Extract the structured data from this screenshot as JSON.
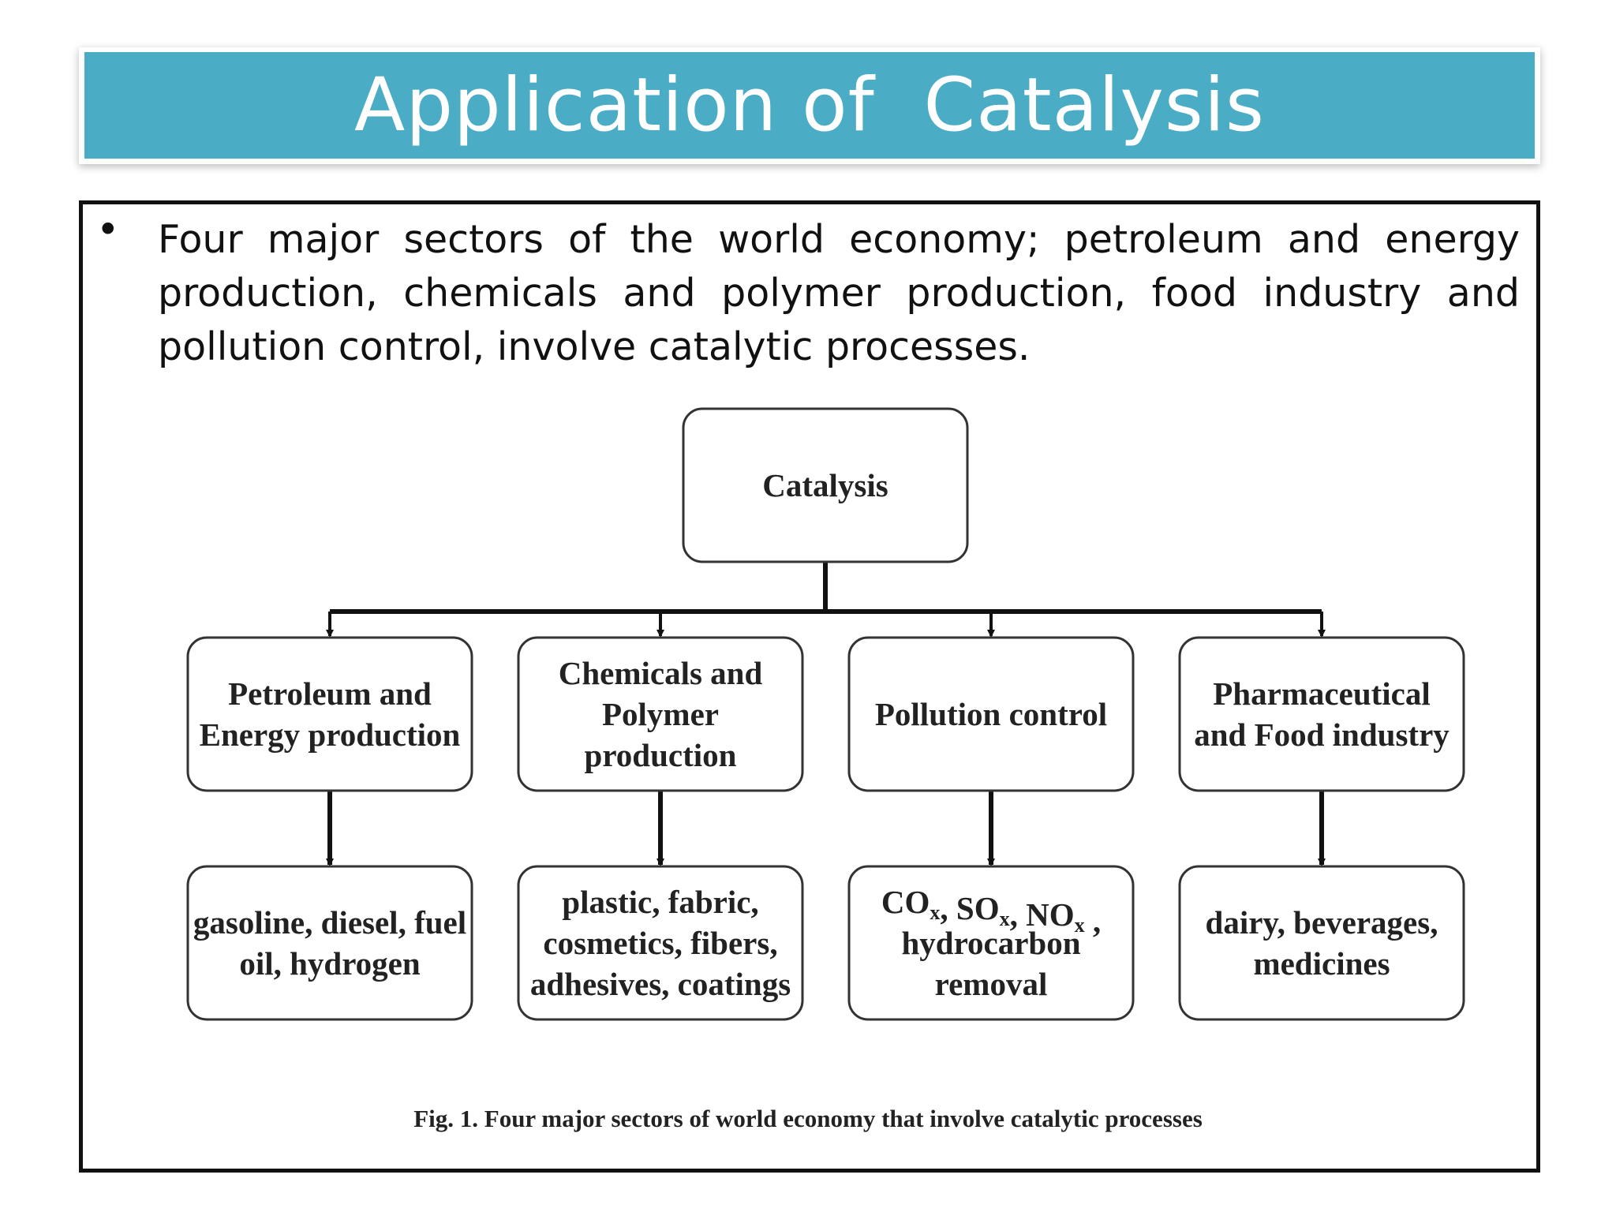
{
  "slide": {
    "title": "Application of  Catalysis",
    "bullet": "Four major sectors of the world economy; petroleum and energy production, chemicals and polymer production, food industry and pollution control, involve catalytic processes."
  },
  "diagram": {
    "root": "Catalysis",
    "sectors": [
      {
        "lines": [
          "Petroleum and",
          "Energy production"
        ]
      },
      {
        "lines": [
          "Chemicals and",
          "Polymer",
          "production"
        ]
      },
      {
        "lines": [
          "Pollution control"
        ]
      },
      {
        "lines": [
          "Pharmaceutical",
          "and Food industry"
        ]
      }
    ],
    "products": [
      {
        "lines": [
          "gasoline, diesel, fuel",
          "oil, hydrogen"
        ]
      },
      {
        "lines": [
          "plastic, fabric,",
          "cosmetics, fibers,",
          "adhesives, coatings"
        ]
      },
      {
        "lines": [
          "COx, SOx, NOx ,",
          "hydrocarbon",
          "removal"
        ],
        "subscript_chars": "x"
      },
      {
        "lines": [
          "dairy, beverages,",
          "medicines"
        ]
      }
    ],
    "caption": "Fig. 1. Four major sectors of world economy that involve catalytic processes"
  }
}
